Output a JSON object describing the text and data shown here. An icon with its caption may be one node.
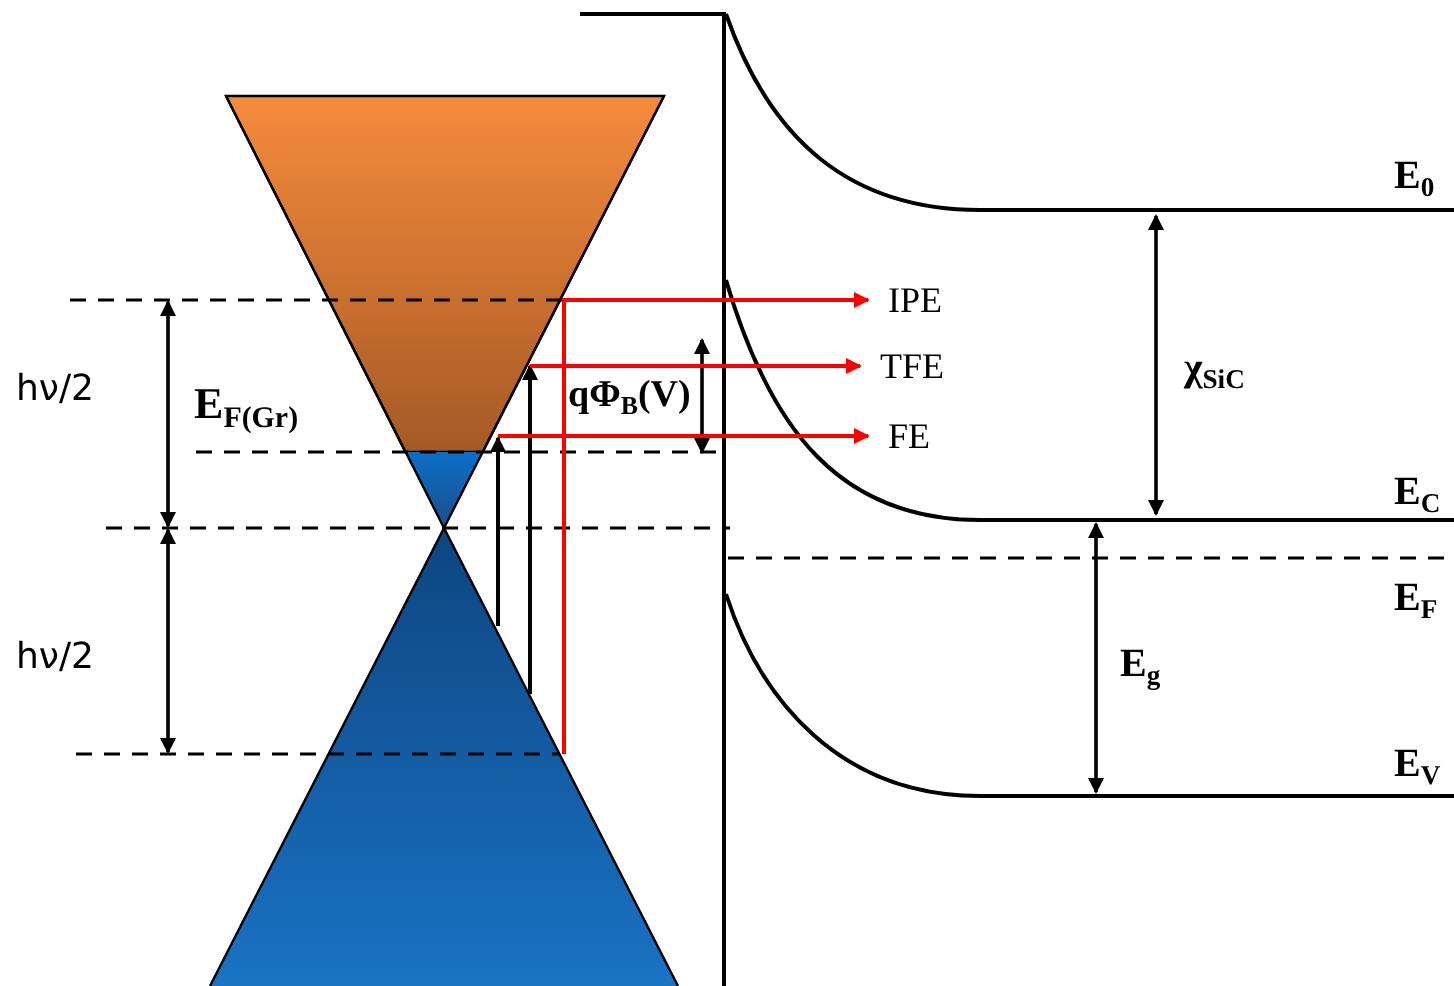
{
  "diagram": {
    "nodes": [
      {
        "text": [
          "IPE"
        ]
      },
      {
        "text": [
          "TFE"
        ]
      },
      {
        "text": [
          "FE"
        ]
      }
    ],
    "edges": [
      {
        "from": null,
        "to": 0,
        "arrow": "to"
      },
      {
        "from": null,
        "to": 1,
        "arrow": "to"
      },
      {
        "from": null,
        "to": 2,
        "arrow": "to"
      }
    ],
    "labels": [
      "E$_{0}$",
      "hν/2",
      "E$_{F(Gr)}$",
      "qΦ$_{B}$(V)",
      "χ$_{SiC}$",
      "E$_{C}$",
      "E$_{F}$",
      "hν/2",
      "E$_{g}$",
      "E$_{V}$"
    ]
  }
}
